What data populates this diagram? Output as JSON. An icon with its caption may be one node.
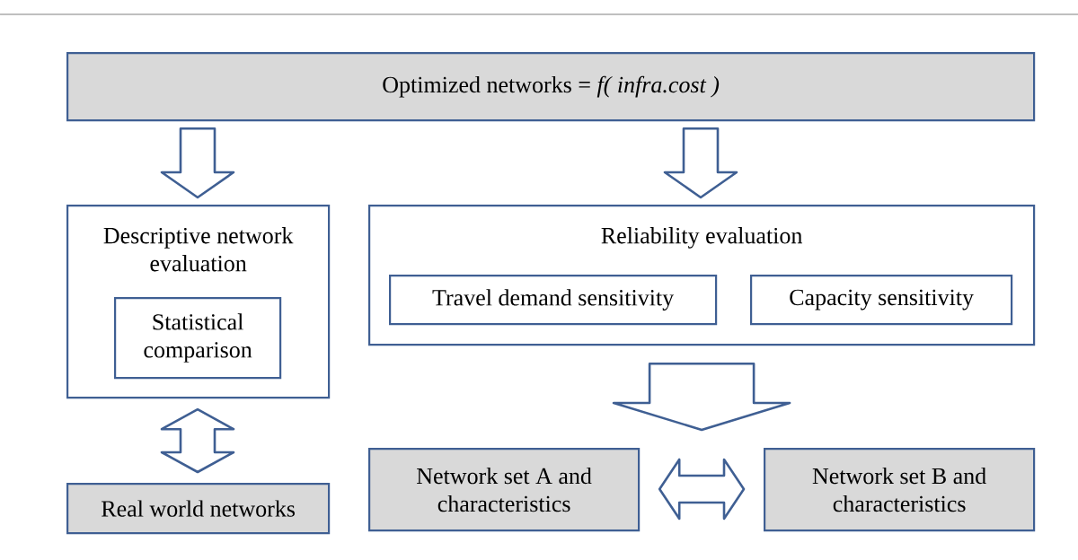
{
  "diagram": {
    "nodes": [
      {
        "text": [
          "Optimized networks = *f( infra.cost )*"
        ]
      },
      {
        "text": [
          "Descriptive network evaluation"
        ]
      },
      {
        "text": [
          "Statistical comparison"
        ],
        "in": 1
      },
      {
        "text": [
          "Reliability evaluation"
        ]
      },
      {
        "text": [
          "Travel demand sensitivity"
        ],
        "in": 3
      },
      {
        "text": [
          "Capacity sensitivity"
        ],
        "in": 3
      },
      {
        "text": [
          "Real world networks"
        ]
      },
      {
        "text": [
          "Network set A and characteristics"
        ]
      },
      {
        "text": [
          "Network set B and characteristics"
        ]
      }
    ],
    "edges": [
      {
        "from": 0,
        "to": 1,
        "arrow": "to"
      },
      {
        "from": 0,
        "to": 3,
        "arrow": "to"
      },
      {
        "from": 1,
        "to": 6,
        "arrow": "both"
      },
      {
        "from": 3,
        "to": 7,
        "arrow": "to"
      },
      {
        "from": 3,
        "to": 8,
        "arrow": "to"
      },
      {
        "from": 7,
        "to": 8,
        "arrow": "both"
      }
    ]
  }
}
